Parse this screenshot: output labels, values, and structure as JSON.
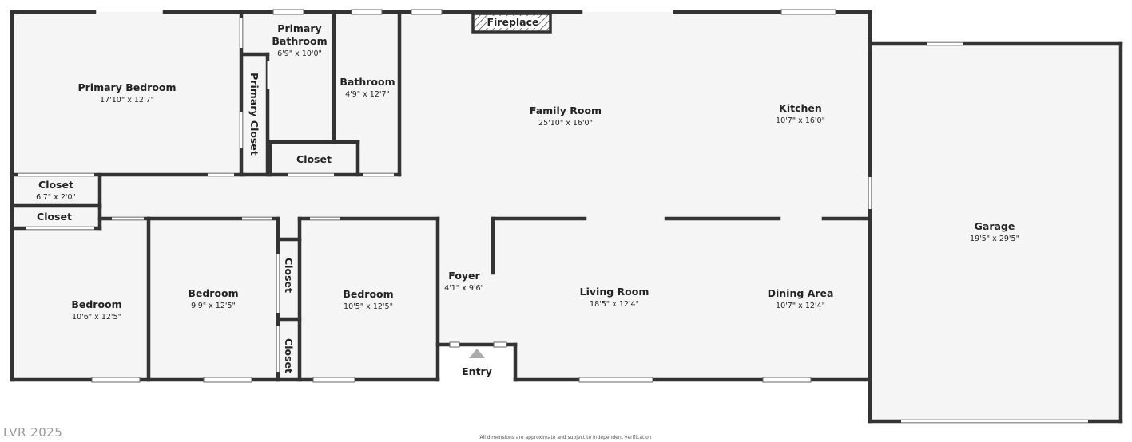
{
  "rooms": {
    "primary_bedroom": {
      "name": "Primary Bedroom",
      "dims": "17'10\" x 12'7\""
    },
    "primary_bathroom": {
      "name_line1": "Primary",
      "name_line2": "Bathroom",
      "dims": "6'9\" x 10'0\""
    },
    "primary_closet": {
      "name": "Primary Closet"
    },
    "bathroom": {
      "name": "Bathroom",
      "dims": "4'9\" x 12'7\""
    },
    "hall_closet": {
      "name": "Closet"
    },
    "fireplace": {
      "name": "Fireplace"
    },
    "family_room": {
      "name": "Family Room",
      "dims": "25'10\" x 16'0\""
    },
    "kitchen": {
      "name": "Kitchen",
      "dims": "10'7\" x 16'0\""
    },
    "garage": {
      "name": "Garage",
      "dims": "19'5\" x 29'5\""
    },
    "closet_a": {
      "name": "Closet",
      "dims": "6'7\" x 2'0\""
    },
    "closet_b": {
      "name": "Closet"
    },
    "bedroom_1": {
      "name": "Bedroom",
      "dims": "10'6\" x 12'5\""
    },
    "bedroom_2": {
      "name": "Bedroom",
      "dims": "9'9\" x 12'5\""
    },
    "closet_v1": {
      "name": "Closet"
    },
    "closet_v2": {
      "name": "Closet"
    },
    "bedroom_3": {
      "name": "Bedroom",
      "dims": "10'5\" x 12'5\""
    },
    "foyer": {
      "name": "Foyer",
      "dims": "4'1\" x 9'6\""
    },
    "entry": {
      "name": "Entry"
    },
    "living_room": {
      "name": "Living Room",
      "dims": "18'5\" x 12'4\""
    },
    "dining_area": {
      "name": "Dining Area",
      "dims": "10'7\" x 12'4\""
    }
  },
  "watermark": "LVR 2025",
  "disclaimer": "All dimensions are approximate and subject to independent verification",
  "colors": {
    "wall": "#333333",
    "floor": "#f5f5f5",
    "window": "#ffffff"
  }
}
